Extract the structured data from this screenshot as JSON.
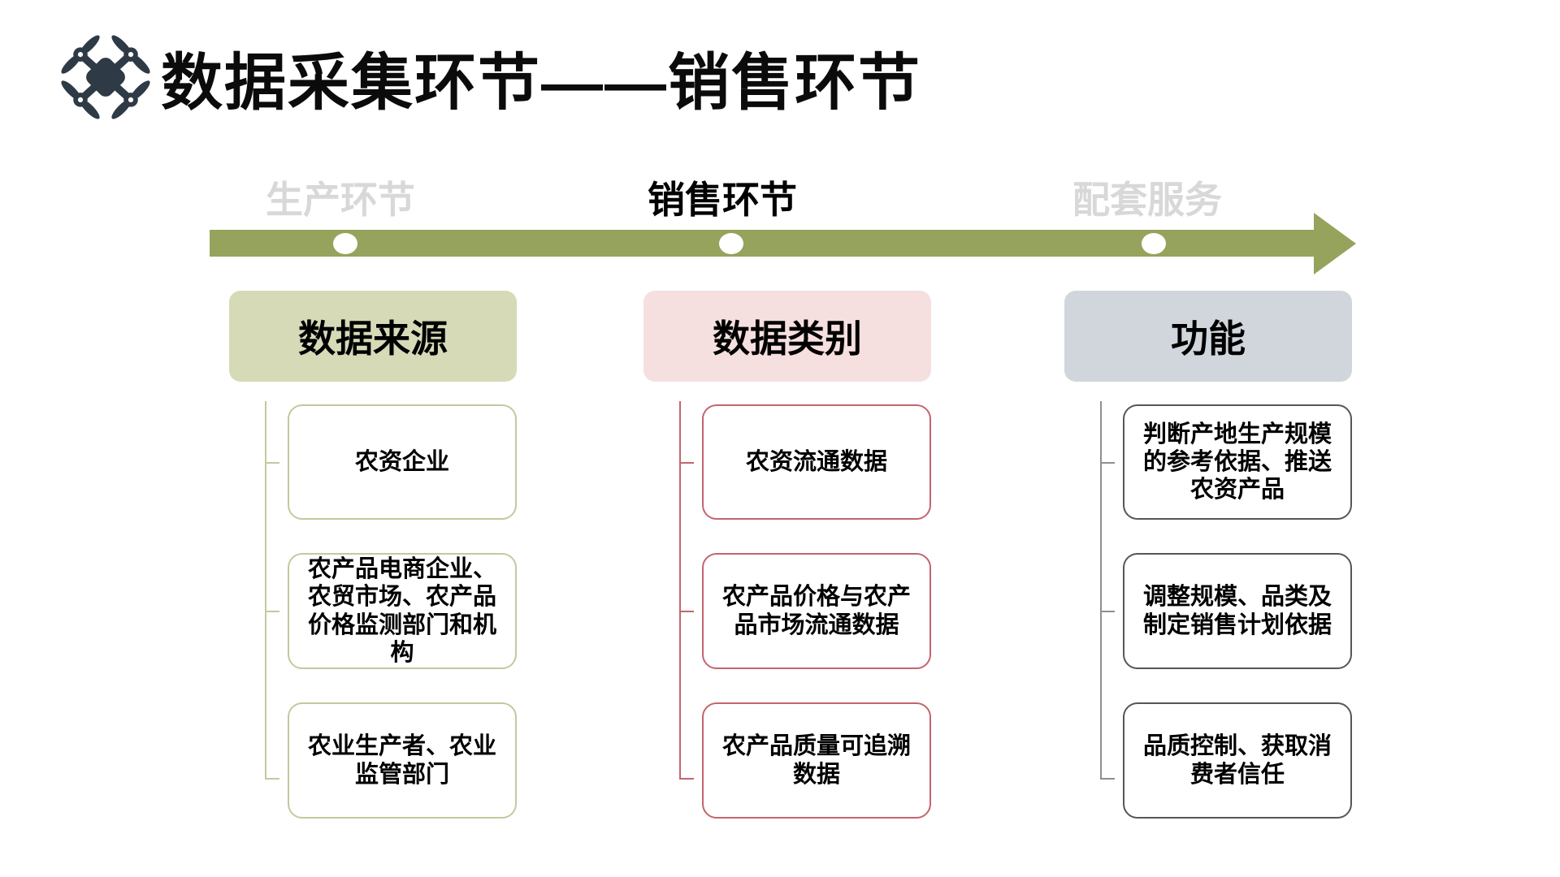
{
  "slide": {
    "title": "数据采集环节——销售环节",
    "icon": "drone-icon",
    "background_color": "#ffffff"
  },
  "timeline": {
    "arrow_color": "#96a35c",
    "inactive_label_color": "#d8d8d8",
    "active_label_color": "#000000",
    "stages": [
      {
        "label": "生产环节",
        "active": false
      },
      {
        "label": "销售环节",
        "active": true
      },
      {
        "label": "配套服务",
        "active": false
      }
    ]
  },
  "columns": [
    {
      "header": "数据来源",
      "header_bg": "#d6dab7",
      "accent_color": "#c5c89d",
      "items": [
        "农资企业",
        "农产品电商企业、农贸市场、农产品价格监测部门和机构",
        "农业生产者、农业监管部门"
      ]
    },
    {
      "header": "数据类别",
      "header_bg": "#f5e0df",
      "accent_color": "#c4646e",
      "items": [
        "农资流通数据",
        "农产品价格与农产品市场流通数据",
        "农产品质量可追溯数据"
      ]
    },
    {
      "header": "功能",
      "header_bg": "#d0d6db",
      "accent_color": "#8f8f8f",
      "items": [
        "判断产地生产规模的参考依据、推送农资产品",
        "调整规模、品类及制定销售计划依据",
        "品质控制、获取消费者信任"
      ]
    }
  ]
}
